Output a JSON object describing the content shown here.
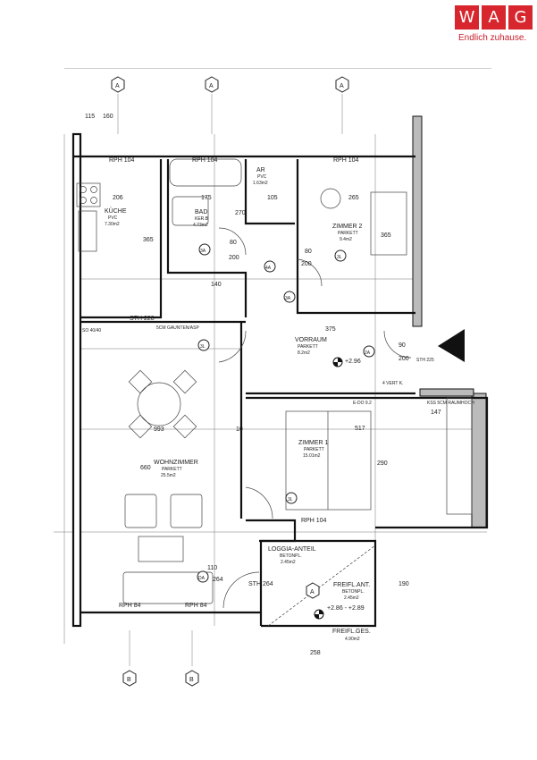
{
  "brand": {
    "logo_letters": [
      "W",
      "A",
      "G"
    ],
    "tagline": "Endlich zuhause.",
    "color": "#d7262e"
  },
  "plan": {
    "rooms": [
      {
        "name": "KÜCHE",
        "floor": "PVC",
        "area": "7.30m2"
      },
      {
        "name": "BAD",
        "floor": "KER.B",
        "area": "4.73m2"
      },
      {
        "name": "AR",
        "floor": "PVC",
        "area": "1.63m2"
      },
      {
        "name": "ZIMMER 2",
        "floor": "PARKETT",
        "area": "9.4m2"
      },
      {
        "name": "VORRAUM",
        "floor": "PARKETT",
        "area": "8.2m2"
      },
      {
        "name": "WOHNZIMMER",
        "floor": "PARKETT",
        "area": "25.5m2"
      },
      {
        "name": "ZIMMER 1",
        "floor": "PARKETT",
        "area": "15.01m2"
      },
      {
        "name": "LOGGIA-ANTEIL",
        "floor": "BETONPL.",
        "area": "2.45m2"
      },
      {
        "name": "FREIFL.ANT.",
        "floor": "BETONPL.",
        "area": "2.45m2"
      },
      {
        "name": "FREIFL.GES.",
        "floor": "",
        "area": "4.90m2"
      }
    ],
    "windows": [
      "RPH 104",
      "RPH 104",
      "RPH 104",
      "RPH 104",
      "RPH 84",
      "RPH 84"
    ],
    "doors": [
      "3A",
      "3A",
      "4A",
      "3L",
      "3L",
      "3L",
      "2A",
      "DA"
    ],
    "grid_markers": [
      "A",
      "A",
      "A",
      "B",
      "B",
      "A"
    ],
    "levels": [
      "+2.96",
      "+2.86 - +2.89"
    ],
    "dims": [
      "206",
      "175",
      "105",
      "265",
      "365",
      "270",
      "80",
      "200",
      "140",
      "993",
      "660",
      "10",
      "375",
      "90",
      "200",
      "517",
      "290",
      "110",
      "264",
      "258",
      "190",
      "115",
      "160",
      "STH 228",
      "STH 264",
      "STH 225",
      "5CM GAUNTEN/ASP",
      "SO 40/40",
      "KSS 5CM RAUMHOCH",
      "147",
      "E-DO 9.2",
      "4 VERT K."
    ]
  }
}
